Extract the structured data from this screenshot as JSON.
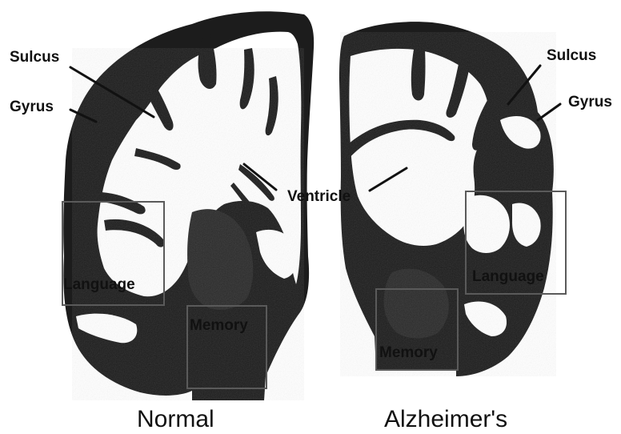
{
  "labels": {
    "sulcus": "Sulcus",
    "gyrus": "Gyrus",
    "ventricle": "Ventricle",
    "language": "Language",
    "memory": "Memory"
  },
  "captions": {
    "normal": "Normal",
    "alzheimers": "Alzheimer's"
  },
  "colors": {
    "tissue_dark": "#1a1a1a",
    "tissue_mid": "#3a3a3a",
    "white_matter": "#ffffff",
    "box_stroke": "#5a5a5a"
  }
}
